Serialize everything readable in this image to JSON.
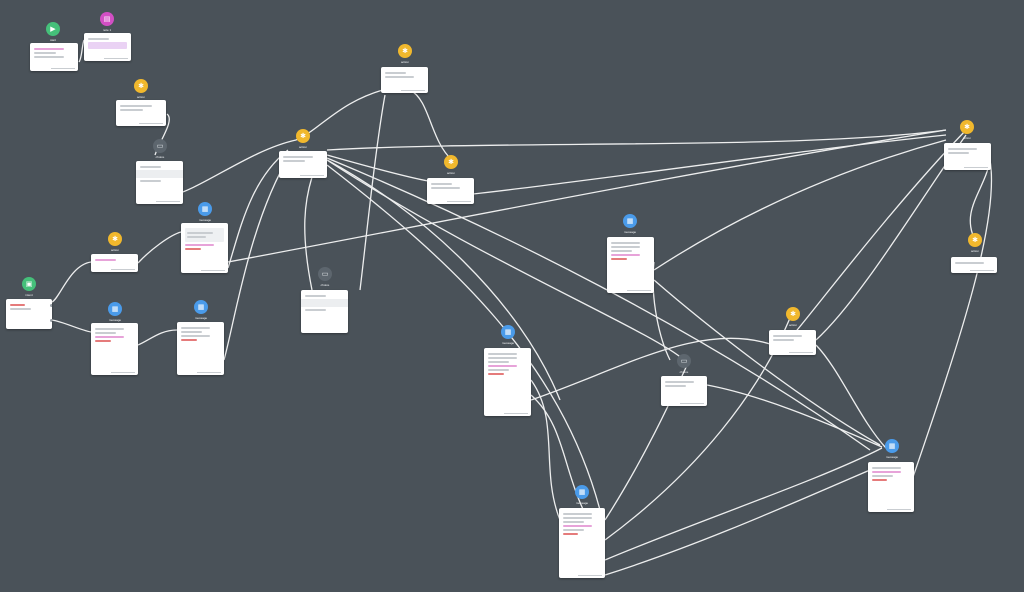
{
  "canvas": {
    "background": "#4a5259",
    "edge_color": "#ffffff",
    "icon_colors": {
      "start": "#45c07a",
      "note": "#d24fc4",
      "action": "#f1b82d",
      "message": "#4a9bea",
      "choice": "#5d666e",
      "intent": "#45c07a"
    }
  },
  "nodes": [
    {
      "id": "start",
      "type": "start",
      "icon": "play-icon",
      "title": "start"
    },
    {
      "id": "note",
      "type": "note",
      "icon": "note-icon",
      "title": "note 1"
    },
    {
      "id": "a1",
      "type": "action",
      "icon": "bulb-icon",
      "title": "action"
    },
    {
      "id": "a2",
      "type": "action",
      "icon": "bulb-icon",
      "title": "action"
    },
    {
      "id": "choice1",
      "type": "choice",
      "icon": "chat-icon",
      "title": "choice"
    },
    {
      "id": "a3",
      "type": "action",
      "icon": "bulb-icon",
      "title": "action"
    },
    {
      "id": "a4",
      "type": "action",
      "icon": "bulb-icon",
      "title": "action"
    },
    {
      "id": "a5",
      "type": "action",
      "icon": "bulb-icon",
      "title": "action"
    },
    {
      "id": "msg1",
      "type": "message",
      "icon": "message-icon",
      "title": "message"
    },
    {
      "id": "a6",
      "type": "action",
      "icon": "bulb-icon",
      "title": "action"
    },
    {
      "id": "intent1",
      "type": "intent",
      "icon": "intent-icon",
      "title": "intent"
    },
    {
      "id": "msg2",
      "type": "message",
      "icon": "message-icon",
      "title": "message"
    },
    {
      "id": "msg3",
      "type": "message",
      "icon": "message-icon",
      "title": "message"
    },
    {
      "id": "choice2",
      "type": "choice",
      "icon": "chat-icon",
      "title": "choice"
    },
    {
      "id": "msg4",
      "type": "message",
      "icon": "message-icon",
      "title": "message"
    },
    {
      "id": "msg5",
      "type": "message",
      "icon": "message-icon",
      "title": "message"
    },
    {
      "id": "choice3",
      "type": "choice",
      "icon": "chat-icon",
      "title": "choice"
    },
    {
      "id": "a7",
      "type": "action",
      "icon": "bulb-icon",
      "title": "action"
    },
    {
      "id": "a8",
      "type": "action",
      "icon": "bulb-icon",
      "title": "action"
    },
    {
      "id": "a9",
      "type": "action",
      "icon": "bulb-icon",
      "title": "action"
    },
    {
      "id": "msg6",
      "type": "message",
      "icon": "message-icon",
      "title": "message"
    },
    {
      "id": "msg7",
      "type": "message",
      "icon": "message-icon",
      "title": "message"
    }
  ]
}
